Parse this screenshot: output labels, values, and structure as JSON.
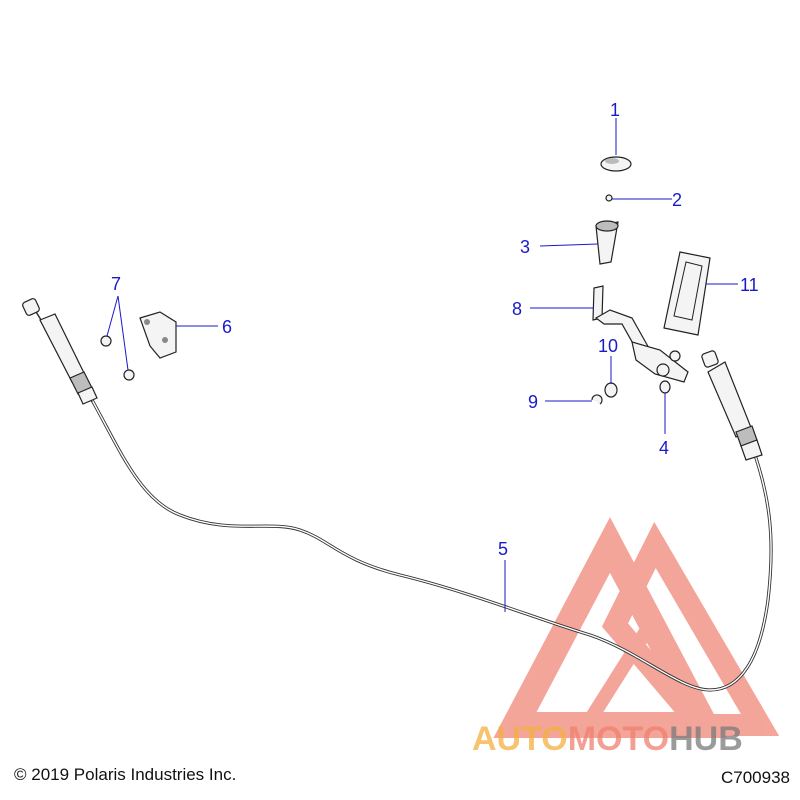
{
  "diagram": {
    "callouts": [
      {
        "id": "1",
        "label": "1"
      },
      {
        "id": "2",
        "label": "2"
      },
      {
        "id": "3",
        "label": "3"
      },
      {
        "id": "4",
        "label": "4"
      },
      {
        "id": "5",
        "label": "5"
      },
      {
        "id": "6",
        "label": "6"
      },
      {
        "id": "7",
        "label": "7"
      },
      {
        "id": "8",
        "label": "8"
      },
      {
        "id": "9",
        "label": "9"
      },
      {
        "id": "10",
        "label": "10"
      },
      {
        "id": "11",
        "label": "11"
      }
    ],
    "callout_color": "#1a1acc"
  },
  "watermark": {
    "part1": "AUTO",
    "part2": "MOTO",
    "part3": "HUB",
    "color_primary": "#f08070",
    "color_secondary": "#7a7a7a"
  },
  "footer": {
    "copyright": "© 2019 Polaris Industries Inc.",
    "drawing_code": "C700938"
  }
}
